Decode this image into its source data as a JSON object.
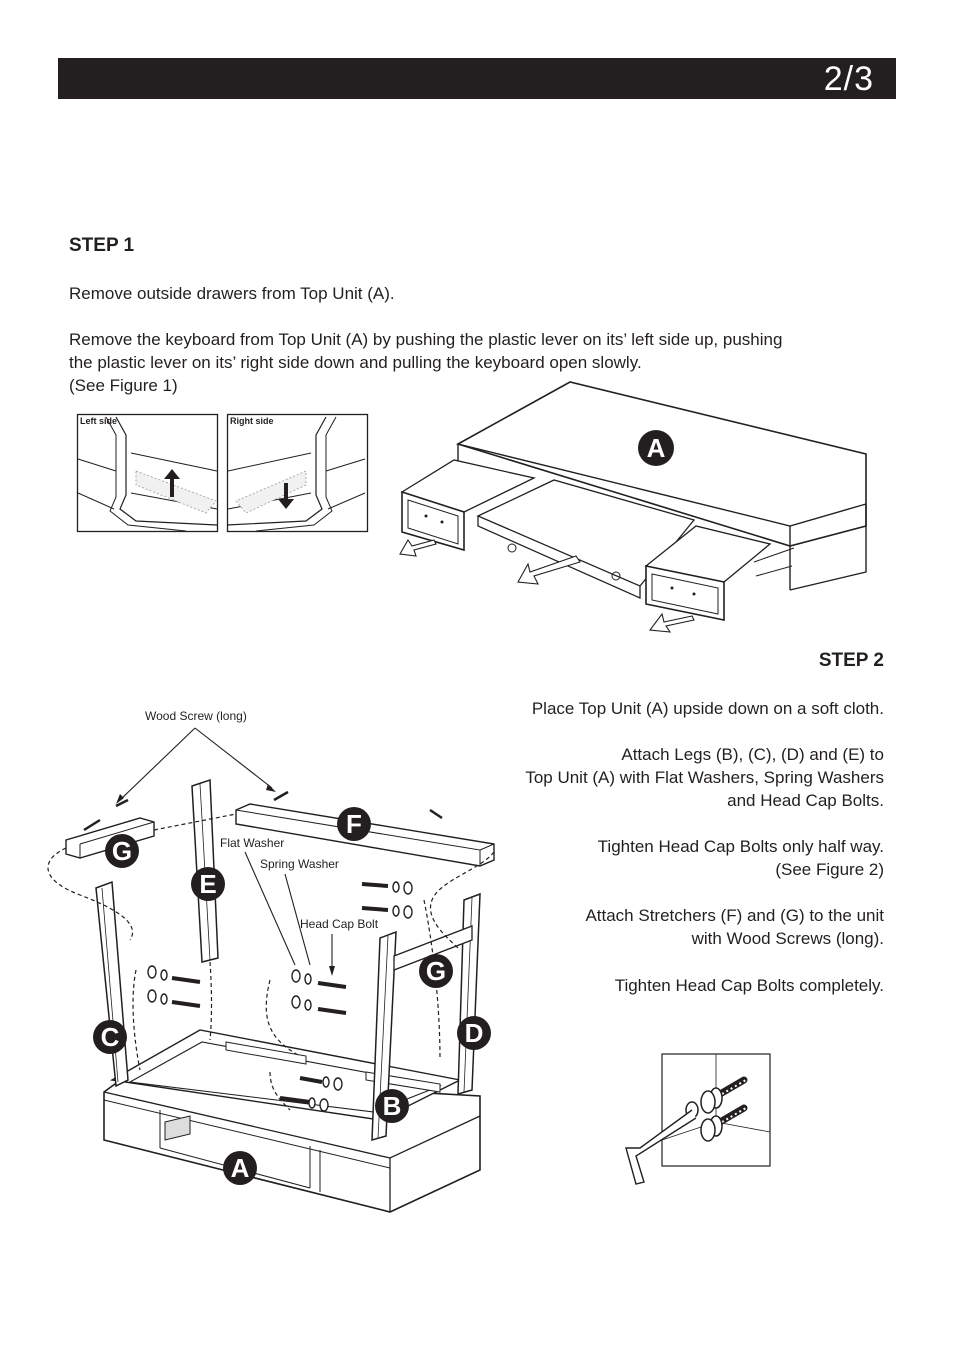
{
  "header": {
    "page": "2/3"
  },
  "step1": {
    "heading": "STEP 1",
    "p1": "Remove outside drawers from Top Unit (A).",
    "p2_l1": "Remove the keyboard from Top Unit (A) by pushing the plastic lever on its’ left side up, pushing",
    "p2_l2": "the plastic lever on its’ right side down and pulling the keyboard open slowly.",
    "p2_l3": "(See Figure 1)",
    "fig1": {
      "left_label": "Left side",
      "right_label": "Right side",
      "badge": "A"
    }
  },
  "step2": {
    "heading": "STEP 2",
    "p1": "Place Top Unit (A) upside down on a soft cloth.",
    "p2_l1": "Attach Legs (B), (C), (D) and (E) to",
    "p2_l2": "Top Unit (A) with Flat Washers, Spring Washers",
    "p2_l3": "and Head Cap Bolts.",
    "p3_l1": "Tighten Head Cap Bolts only half way.",
    "p3_l2": "(See Figure 2)",
    "p4_l1": "Attach Stretchers (F) and (G) to the unit",
    "p4_l2": "with Wood Screws (long).",
    "p5": "Tighten Head Cap Bolts completely.",
    "diagram": {
      "label_wood_screw": "Wood Screw (long)",
      "label_flat_washer": "Flat Washer",
      "label_spring_washer": "Spring Washer",
      "label_head_cap_bolt": "Head Cap Bolt",
      "badges": {
        "A": "A",
        "B": "B",
        "C": "C",
        "D": "D",
        "E": "E",
        "F": "F",
        "G1": "G",
        "G2": "G"
      }
    }
  }
}
